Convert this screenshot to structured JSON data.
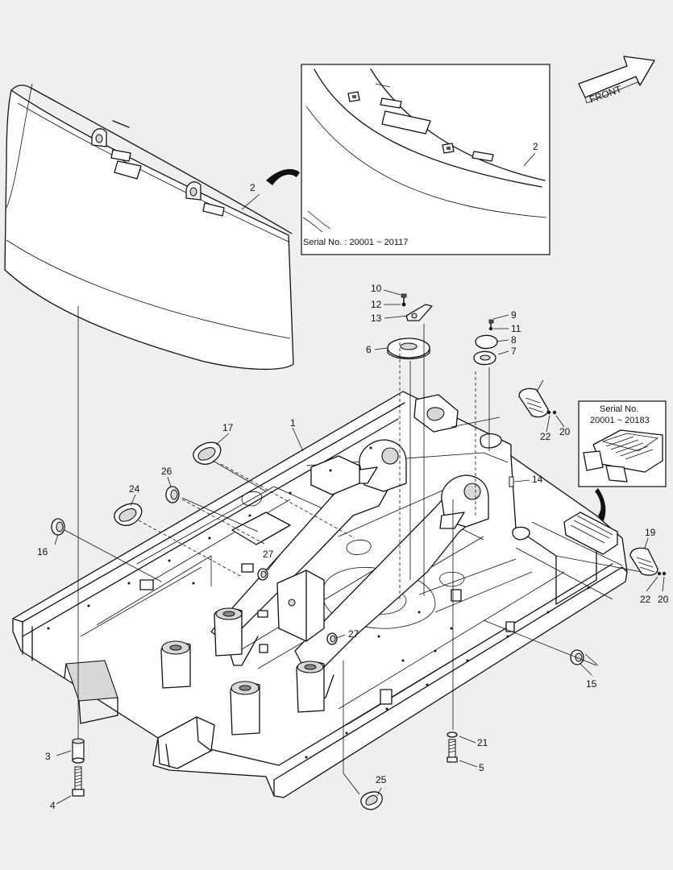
{
  "front_arrow": {
    "label": "FRONT"
  },
  "inset_left": {
    "serial": "Serial No.  : 20001 ~ 20117"
  },
  "inset_right": {
    "serial_title": "Serial No.",
    "serial_range": "20001 ~ 20183"
  },
  "callouts": {
    "c1": "1",
    "c2a": "2",
    "c2b": "2",
    "c3": "3",
    "c4": "4",
    "c5": "5",
    "c6": "6",
    "c7": "7",
    "c8": "8",
    "c9": "9",
    "c10": "10",
    "c11": "11",
    "c12": "12",
    "c13": "13",
    "c14": "14",
    "c15": "15",
    "c16": "16",
    "c17": "17",
    "c19": "19",
    "c20a": "20",
    "c20b": "20",
    "c21": "21",
    "c22a": "22",
    "c22b": "22",
    "c24": "24",
    "c25": "25",
    "c26": "26",
    "c27a": "27",
    "c27b": "27"
  }
}
